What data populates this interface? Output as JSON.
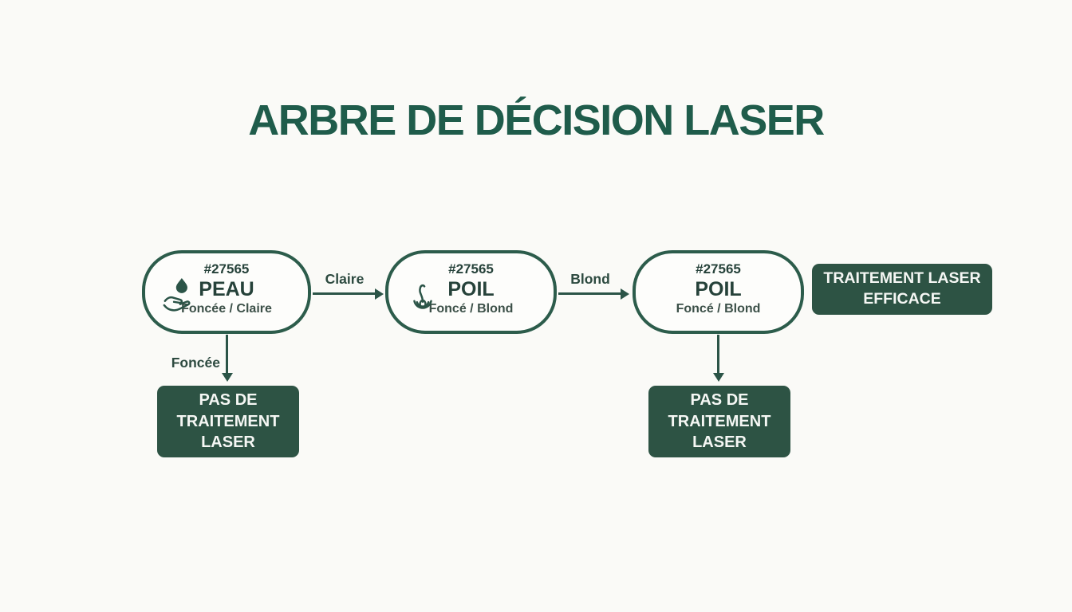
{
  "title": {
    "text": "ARBRE DE DÉCISION LASER"
  },
  "nodes": [
    {
      "code": "#27565",
      "label": "PEAU",
      "sub": "Foncée / Claire",
      "icon": "hand-droplet-icon"
    },
    {
      "code": "#27565",
      "label": "POIL",
      "sub": "Foncé / Blond",
      "icon": "hair-follicle-icon"
    },
    {
      "code": "#27565",
      "label": "POIL",
      "sub": "Foncé / Blond",
      "icon": null
    }
  ],
  "edges": {
    "claire": "Claire",
    "blond": "Blond",
    "foncee": "Foncée"
  },
  "outcomes": {
    "effective": "TRAITEMENT LASER EFFICACE",
    "no_treatment_left": "PAS DE TRAITEMENT LASER",
    "no_treatment_right": "PAS DE TRAITEMENT LASER"
  },
  "colors": {
    "background": "#fafaf7",
    "title_green": "#1f5c4b",
    "node_border": "#2c5c4b",
    "box_fill": "#2d5344",
    "arrow": "#2b5447",
    "box_text": "#f5f7f4"
  }
}
